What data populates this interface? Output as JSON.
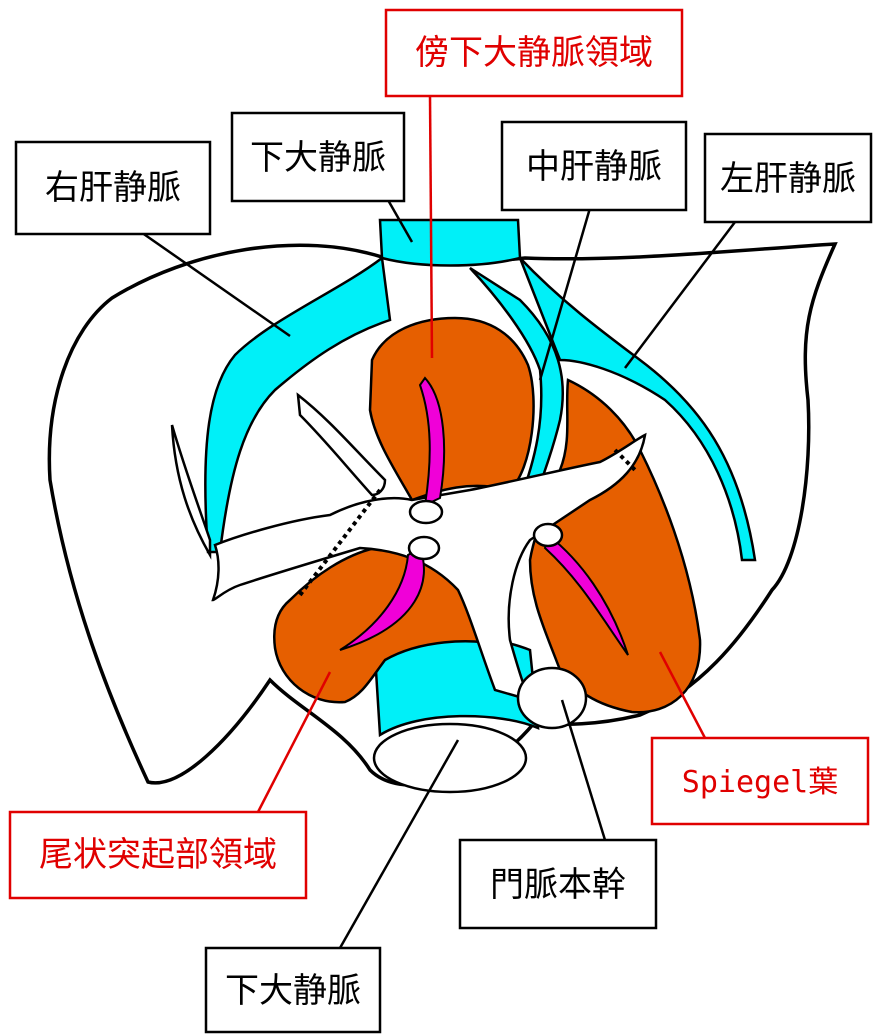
{
  "labels": {
    "right_hepatic_vein": "右肝静脈",
    "ivc_top": "下大静脈",
    "paracaval_region": "傍下大静脈領域",
    "middle_hepatic_vein": "中肝静脈",
    "left_hepatic_vein": "左肝静脈",
    "spiegel_lobe": "Spiegel葉",
    "caudate_process_region": "尾状突起部領域",
    "portal_trunk": "門脈本幹",
    "ivc_bottom": "下大静脈"
  },
  "colors": {
    "vein": "#00f0f8",
    "caudate": "#e65f00",
    "portal_branch": "#f000d8",
    "outline": "#000000",
    "red_label": "#e00000",
    "black_label": "#000000"
  }
}
